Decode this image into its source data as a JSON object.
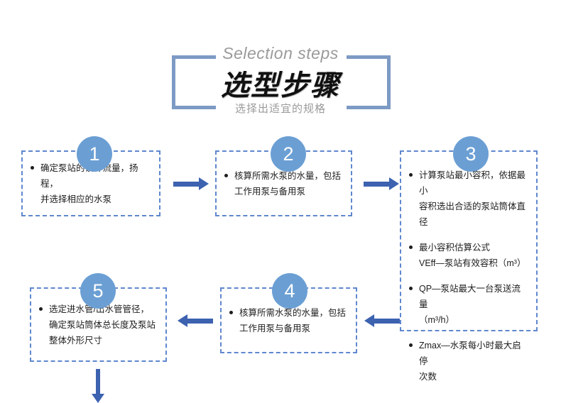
{
  "header": {
    "title_en": "Selection steps",
    "title_cn": "选型步骤",
    "subtitle": "选择出适宜的规格",
    "frame_color": "#7d9ac4"
  },
  "theme": {
    "circle_blue": "#6b9fd4",
    "dashed_border_blue": "#5f87ce",
    "arrow_blue": "#3c62b0",
    "text_black": "#1d1d1d",
    "gray_text": "#9a9a9a",
    "background": "#ffffff"
  },
  "steps": [
    {
      "number": "1",
      "bullets": [
        {
          "line1": "确定泵站的设计流量，扬程，",
          "line2": "并选择相应的水泵"
        }
      ]
    },
    {
      "number": "2",
      "bullets": [
        {
          "line1": "核算所需水泵的水量，包括",
          "line2": "工作用泵与备用泵"
        }
      ]
    },
    {
      "number": "3",
      "bullets": [
        {
          "line1": "计算泵站最小容积，依据最小",
          "line2": "容积选出合适的泵站筒体直径"
        },
        {
          "line1": "最小容积估算公式",
          "line2": "VEff—泵站有效容积（m³）"
        },
        {
          "line1": "QP—泵站最大一台泵送流量",
          "line2": "（m³/h）"
        },
        {
          "line1": "Zmax—水泵每小时最大启停",
          "line2": "次数"
        }
      ]
    },
    {
      "number": "4",
      "bullets": [
        {
          "line1": "核算所需水泵的水量，包括",
          "line2": "工作用泵与备用泵"
        }
      ]
    },
    {
      "number": "5",
      "bullets": [
        {
          "line1": "选定进水管/出水管管径，",
          "line2": "确定泵站筒体总长度及泵站",
          "line3": "整体外形尺寸"
        }
      ]
    }
  ],
  "arrows": [
    {
      "name": "arrow-step1-to-step2",
      "direction": "right"
    },
    {
      "name": "arrow-step2-to-step3",
      "direction": "right"
    },
    {
      "name": "arrow-step3-to-step4",
      "direction": "left"
    },
    {
      "name": "arrow-step4-to-step5",
      "direction": "left"
    },
    {
      "name": "arrow-step5-to-next",
      "direction": "down"
    }
  ]
}
